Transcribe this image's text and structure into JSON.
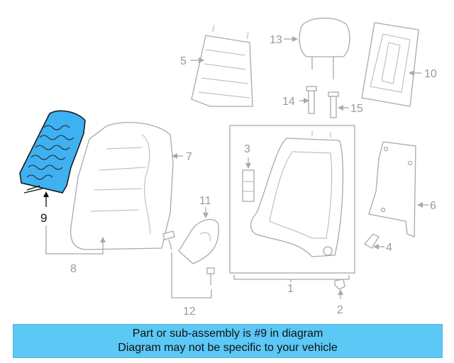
{
  "callouts": {
    "c1": "1",
    "c2": "2",
    "c3": "3",
    "c4": "4",
    "c5": "5",
    "c6": "6",
    "c7": "7",
    "c8": "8",
    "c9": "9",
    "c10": "10",
    "c11": "11",
    "c12": "12",
    "c13": "13",
    "c14": "14",
    "c15": "15"
  },
  "highlight": {
    "part_number": "9",
    "color": "#3fb0f0"
  },
  "banner": {
    "line1": "Part or sub-assembly is #9 in diagram",
    "line2": "Diagram may not be specific to your vehicle",
    "color": "#5bc8f5"
  }
}
